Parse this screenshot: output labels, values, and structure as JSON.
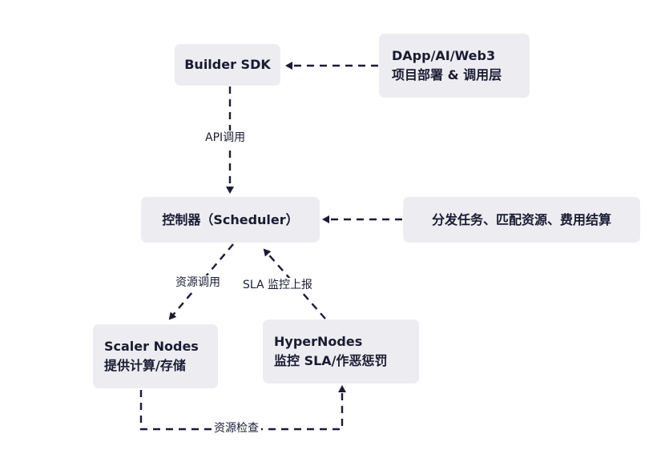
{
  "nodes": {
    "builder_sdk": {
      "label": "Builder SDK"
    },
    "dapp": {
      "line1": "DApp/AI/Web3",
      "line2": "项目部署 & 调用层"
    },
    "controller": {
      "label": "控制器（Scheduler）"
    },
    "dispatch": {
      "label": "分发任务、匹配资源、费用结算"
    },
    "scaler": {
      "line1": "Scaler Nodes",
      "line2": "提供计算/存储"
    },
    "hyper": {
      "line1": "HyperNodes",
      "line2": "监控 SLA/作恶惩罚"
    }
  },
  "edge_labels": {
    "api_call": "API调用",
    "resource_call": "资源调用",
    "sla_report": "SLA 监控上报",
    "resource_check": "资源检查"
  },
  "colors": {
    "node_fill": "#ededf1",
    "line": "#1b1b36",
    "text": "#1a1a33"
  }
}
